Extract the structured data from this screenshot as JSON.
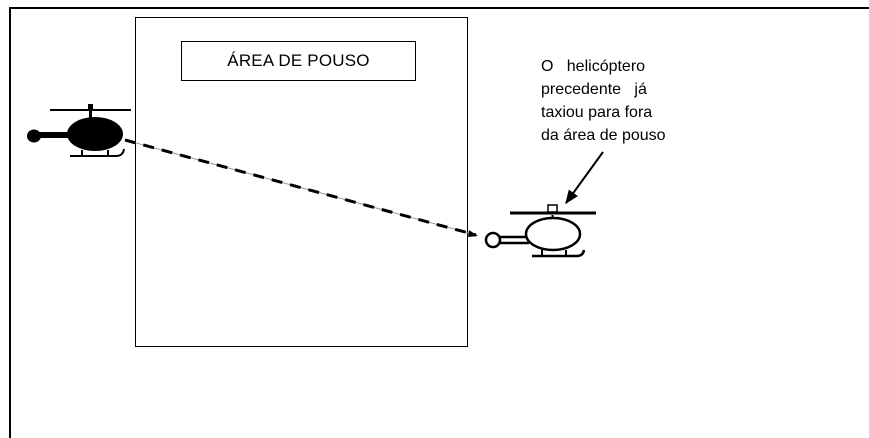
{
  "landing_area": {
    "label": "ÁREA DE POUSO"
  },
  "annotation": {
    "lines": [
      "O   helicóptero",
      "precedente   já",
      "taxiou para fora",
      "da área de pouso"
    ]
  },
  "colors": {
    "ink": "#000000",
    "background": "#ffffff"
  },
  "icons": {
    "approaching_helicopter": "helicopter-filled-icon",
    "preceding_helicopter": "helicopter-outline-icon"
  }
}
